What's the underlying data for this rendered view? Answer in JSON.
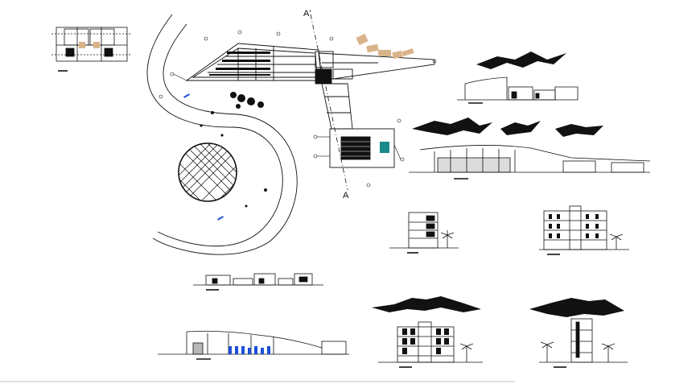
{
  "section_markers": {
    "top_label": "A'",
    "bottom_label": "A"
  },
  "colors": {
    "ink": "#111111",
    "paving": "#d9b48a",
    "accent_blue": "#1b4fd6",
    "teal": "#1a8a8a",
    "background": "#ffffff"
  },
  "views": [
    "key-plan",
    "site-plan",
    "roof-silhouettes",
    "elevation-long",
    "elevation-front",
    "block-elevations"
  ]
}
